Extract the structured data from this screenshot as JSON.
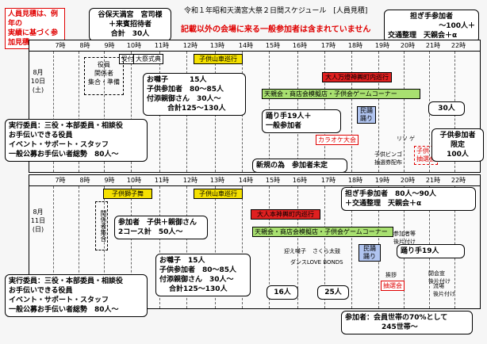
{
  "header": {
    "note_line1": "人員見積は、例年の",
    "note_line2": "実績に基づく参加見積",
    "title": "令和１年昭和天満宮大祭２日間スケジュール　[人員見積]",
    "subtitle": "記載以外の会場に来る一般参加者は含まれていません"
  },
  "top_callouts": {
    "guests_line1": "谷保天満宮　宮司様",
    "guests_line2": "＋来賓招待者",
    "guests_line3": "合計　30人",
    "carriers_line1": "担ぎ手参加者",
    "carriers_line2": "〜100人＋",
    "carriers_line3": "交通整理　天親会＋α"
  },
  "day1": {
    "month": "8月",
    "day": "10日",
    "weekday": "(土)",
    "hours": [
      "7時",
      "8時",
      "9時",
      "10時",
      "11時",
      "12時",
      "13時",
      "14時",
      "15時",
      "16時",
      "17時",
      "18時",
      "19時",
      "20時",
      "21時",
      "22時"
    ],
    "events": {
      "reception": "受付",
      "ceremony": "大祭式典",
      "float": "子供山車巡行",
      "mikoshi": "大人万燈神輿町内巡行",
      "booths": "天親会・商店会模擬店・子供会ゲームコーナー",
      "officers_line1": "役員",
      "officers_line2": "関係者",
      "officers_line3": "集合・準備",
      "karaoke": "カラオケ大会",
      "dance": "民踊",
      "dance2": "踊り",
      "lottery_prefix": "子供ピンゴ",
      "lottery": "抽選会",
      "lottery_label1": "子供ビンゴ",
      "lottery_label2": "抽選券配布",
      "riso": "リソ",
      "kodomo": "子供",
      "ride": "ゲ"
    },
    "callouts": {
      "band_line1": "お囃子　　　15人",
      "band_line2": "子供参加者　80〜85人",
      "band_line3": "付添親御さん　30人〜",
      "band_line4": "合計125〜130人",
      "staff_line1": "実行委員：三役・本部委員・相談役",
      "staff_line2": "お手伝いできる役員",
      "staff_line3": "イベント・サポート・スタッフ",
      "staff_line4": "一般公募お手伝い者総勢　80人〜",
      "dancers_line1": "踊り手19人＋",
      "dancers_line2": "一般参加者",
      "new_label": "新規の為　参加者未定",
      "thirty": "30人",
      "kids_line1": "子供参加者",
      "kids_line2": "限定",
      "kids_line3": "100人"
    }
  },
  "day2": {
    "month": "8月",
    "day": "11日",
    "weekday": "(日)",
    "hours": [
      "7時",
      "8時",
      "9時",
      "10時",
      "11時",
      "12時",
      "13時",
      "14時",
      "15時",
      "16時",
      "17時",
      "18時",
      "19時",
      "20時",
      "21時",
      "22時"
    ],
    "events": {
      "lion": "子供獅子舞",
      "float": "子供山車巡行",
      "mikoshi": "大人本神輿町内巡行",
      "booths": "天親会・商店会模擬店・子供会ゲームコーナー",
      "officers": "関係者集合",
      "welcome": "迎え囃子",
      "sakura": "さくら太鼓",
      "dance_lv": "ダンスLOVE BONDS",
      "dance": "民踊",
      "dance2": "踊り",
      "greeting": "挨拶",
      "lottery": "抽選会",
      "closing_line1": "閉会宣",
      "closing_line2": "後片付け",
      "flow_line1": "流場",
      "flow_line2": "後片付け",
      "staff_note1": "参加者等",
      "staff_note2": "後片付け"
    },
    "callouts": {
      "lion_line1": "参加者　子供＋親御さん",
      "lion_line2": "2コース計　50人〜",
      "carriers_line1": "担ぎ手参加者　80人〜90人",
      "carriers_line2": "＋交通整理　天親会＋α",
      "band_line1": "お囃子　15人",
      "band_line2": "子供参加者　80〜85人",
      "band_line3": "付添親御さん　30人〜",
      "band_line4": "合計125〜130人",
      "staff_line1": "実行委員：三役・本部委員・相談役",
      "staff_line2": "お手伝いできる役員",
      "staff_line3": "イベント・サポート・スタッフ",
      "staff_line4": "一般公募お手伝い者総勢　80人〜",
      "dancers": "踊り手19人",
      "sixteen": "16人",
      "twentyfive": "25人",
      "participants_line1": "参加者：会員世帯の70%として",
      "participants_line2": "245世帯〜"
    }
  }
}
